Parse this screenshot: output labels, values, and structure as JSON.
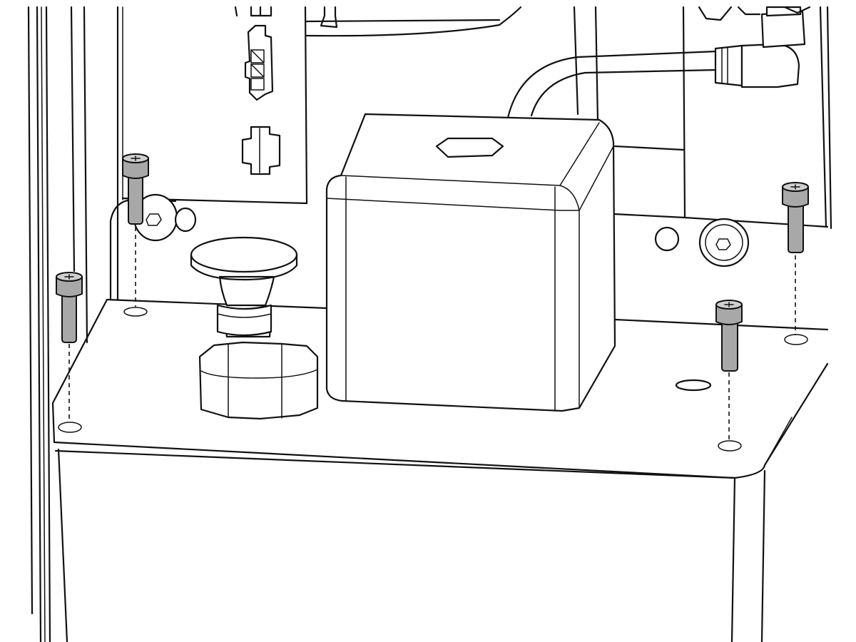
{
  "diagram": {
    "colors": {
      "line": "#111111",
      "background": "#ffffff",
      "screw_fill": "#a8a8a8",
      "screw_highlight": "#cfcfcf"
    },
    "icons": {
      "screw": "socket-head-cap-screw",
      "hole": "screw-hole",
      "washer": "hex-washer",
      "float": "float-cap",
      "cover": "sensor-cover",
      "connector": "electrical-connector",
      "hose": "hose-with-elbow-fitting"
    },
    "screw_count": 4
  }
}
